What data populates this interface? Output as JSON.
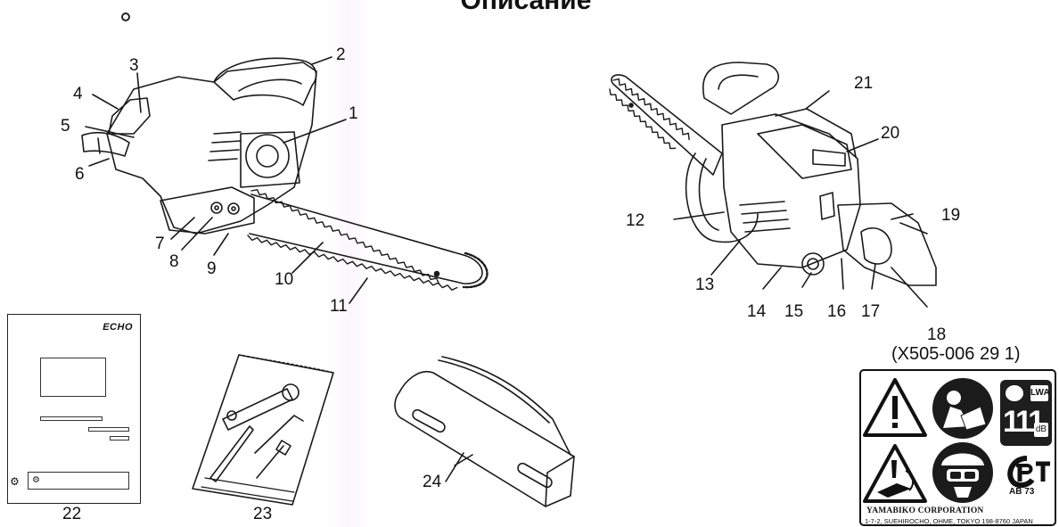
{
  "page": {
    "title": "Описание",
    "model_code": "(X505-006 29 1)"
  },
  "callouts_left": [
    "1",
    "2",
    "3",
    "4",
    "5",
    "6",
    "7",
    "8",
    "9",
    "10",
    "11"
  ],
  "callouts_right": [
    "12",
    "13",
    "14",
    "15",
    "16",
    "17",
    "18",
    "19",
    "20",
    "21"
  ],
  "accessories": {
    "manual_number": "22",
    "tools_number": "23",
    "bar_cover_number": "24",
    "manual_brand": "ECHO"
  },
  "safety_label": {
    "corporation": "YAMABIKO CORPORATION",
    "address": "1-7-2, SUEHIROCHO, OHME, TOKYO 198-8760 JAPAN",
    "sound_level": "111",
    "sound_unit": "dB",
    "sound_symbol": "LWA",
    "cert_code": "AB 73"
  },
  "icons": {
    "warning": "warning-triangle-icon",
    "read_manual": "read-manual-icon",
    "protective_gear": "helmet-goggles-icon",
    "kickback": "kickback-warning-icon",
    "certification": "pct-certification-icon"
  }
}
